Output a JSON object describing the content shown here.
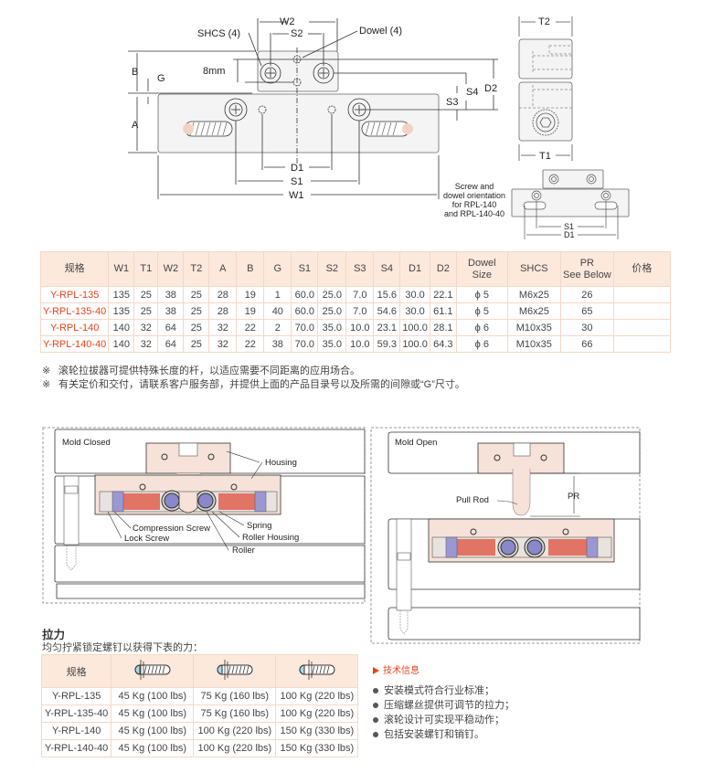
{
  "top_drawing": {
    "labels": {
      "w2": "W2",
      "s2": "S2",
      "shcs": "SHCS (4)",
      "dowel": "Dowel (4)",
      "b": "B",
      "g": "G",
      "mm8": "8mm",
      "a": "A",
      "s3": "S3",
      "s4": "S4",
      "d2": "D2",
      "d1": "D1",
      "s1": "S1",
      "w1": "W1",
      "t2": "T2",
      "t1": "T1"
    },
    "orientation_note": [
      "Screw and",
      "dowel orientation",
      "for RPL-140",
      "and RPL-140-40"
    ],
    "small_labels": {
      "s1": "S1",
      "d1": "D1"
    }
  },
  "spec_table": {
    "headers": [
      "规格",
      "W1",
      "T1",
      "W2",
      "T2",
      "A",
      "B",
      "G",
      "S1",
      "S2",
      "S3",
      "S4",
      "D1",
      "D2",
      "Dowel\nSize",
      "SHCS",
      "PR\nSee Below",
      "价格"
    ],
    "rows": [
      [
        "Y-RPL-135",
        "135",
        "25",
        "38",
        "25",
        "28",
        "19",
        "1",
        "60.0",
        "25.0",
        "7.0",
        "15.6",
        "30.0",
        "22.1",
        "ϕ 5",
        "M6x25",
        "26",
        ""
      ],
      [
        "Y-RPL-135-40",
        "135",
        "25",
        "38",
        "25",
        "28",
        "19",
        "40",
        "60.0",
        "25.0",
        "7.0",
        "54.6",
        "30.0",
        "61.1",
        "ϕ 5",
        "M6x25",
        "65",
        ""
      ],
      [
        "Y-RPL-140",
        "140",
        "32",
        "64",
        "25",
        "32",
        "22",
        "2",
        "70.0",
        "35.0",
        "10.0",
        "23.1",
        "100.0",
        "28.1",
        "ϕ 6",
        "M10x35",
        "30",
        ""
      ],
      [
        "Y-RPL-140-40",
        "140",
        "32",
        "64",
        "25",
        "32",
        "22",
        "38",
        "70.0",
        "35.0",
        "10.0",
        "59.3",
        "100.0",
        "64.3",
        "ϕ 6",
        "M10x35",
        "66",
        ""
      ]
    ]
  },
  "notes": {
    "mark": "※",
    "lines": [
      "滚轮拉拔器可提供特殊长度的杆，以适应需要不同距离的应用场合。",
      "有关定价和交付，请联系客户服务部，并提供上面的产品目录号以及所需的间隙或“G”尺寸。"
    ]
  },
  "mold_closed": {
    "title": "Mold Closed",
    "callouts": {
      "housing": "Housing",
      "compression_screw": "Compression Screw",
      "lock_screw": "Lock Screw",
      "spring": "Spring",
      "roller_housing": "Roller Housing",
      "roller": "Roller"
    }
  },
  "mold_open": {
    "title": "Mold Open",
    "callouts": {
      "pull_rod": "Pull Rod",
      "pr": "PR"
    }
  },
  "force": {
    "title": "拉力",
    "subtitle": "均匀拧紧锁定螺钉以获得下表的力：",
    "header_first": "规格",
    "header_icons": [
      "screw-light-icon",
      "screw-medium-icon",
      "screw-tight-icon"
    ],
    "rows": [
      [
        "Y-RPL-135",
        "45 Kg (100 lbs)",
        "75 Kg (160 lbs)",
        "100 Kg (220 lbs)"
      ],
      [
        "Y-RPL-135-40",
        "45 Kg (100 lbs)",
        "75 Kg (160 lbs)",
        "100 Kg (220 lbs)"
      ],
      [
        "Y-RPL-140",
        "45 Kg (100 lbs)",
        "100 Kg (220 lbs)",
        "150 Kg (330 lbs)"
      ],
      [
        "Y-RPL-140-40",
        "45 Kg (100 lbs)",
        "100 Kg (220 lbs)",
        "150 Kg (330 lbs)"
      ]
    ]
  },
  "tech_info": {
    "title": "技术信息",
    "items": [
      "安装模式符合行业标准；",
      "压缩螺丝提供可调节的拉力；",
      "滚轮设计可实现平稳动作；",
      "包括安装螺钉和销钉。"
    ]
  },
  "colors": {
    "accent": "#e8431a",
    "header_bg": "#fde8dc",
    "border": "#f3d8c8",
    "part_fill": "#f6e2d8",
    "spring": "#e06050",
    "roller": "#8a88c8"
  }
}
